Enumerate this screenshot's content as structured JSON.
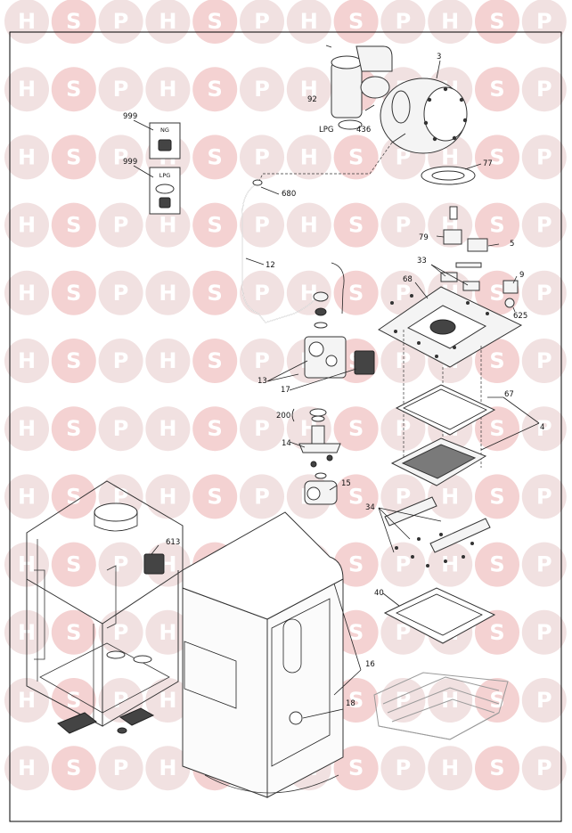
{
  "watermark": {
    "letters": [
      "H",
      "S",
      "P"
    ],
    "color_h": "#f1e1e1",
    "color_s": "#f4d2d2",
    "color_p": "#f1e1e1"
  },
  "insets": [
    {
      "number": "999",
      "tag": "NG"
    },
    {
      "number": "999",
      "tag": "LPG"
    }
  ],
  "part_labels": {
    "p3": "3",
    "p92": "92",
    "lpg": "LPG",
    "p436": "436",
    "p77": "77",
    "p680": "680",
    "p12": "12",
    "p79": "79",
    "p5": "5",
    "p33": "33",
    "p9": "9",
    "p68": "68",
    "p625": "625",
    "p13": "13",
    "p17": "17",
    "p200": "200",
    "p67": "67",
    "p4": "4",
    "p14": "14",
    "p15": "15",
    "p34": "34",
    "p613": "613",
    "p40": "40",
    "p16": "16",
    "p18": "18"
  }
}
